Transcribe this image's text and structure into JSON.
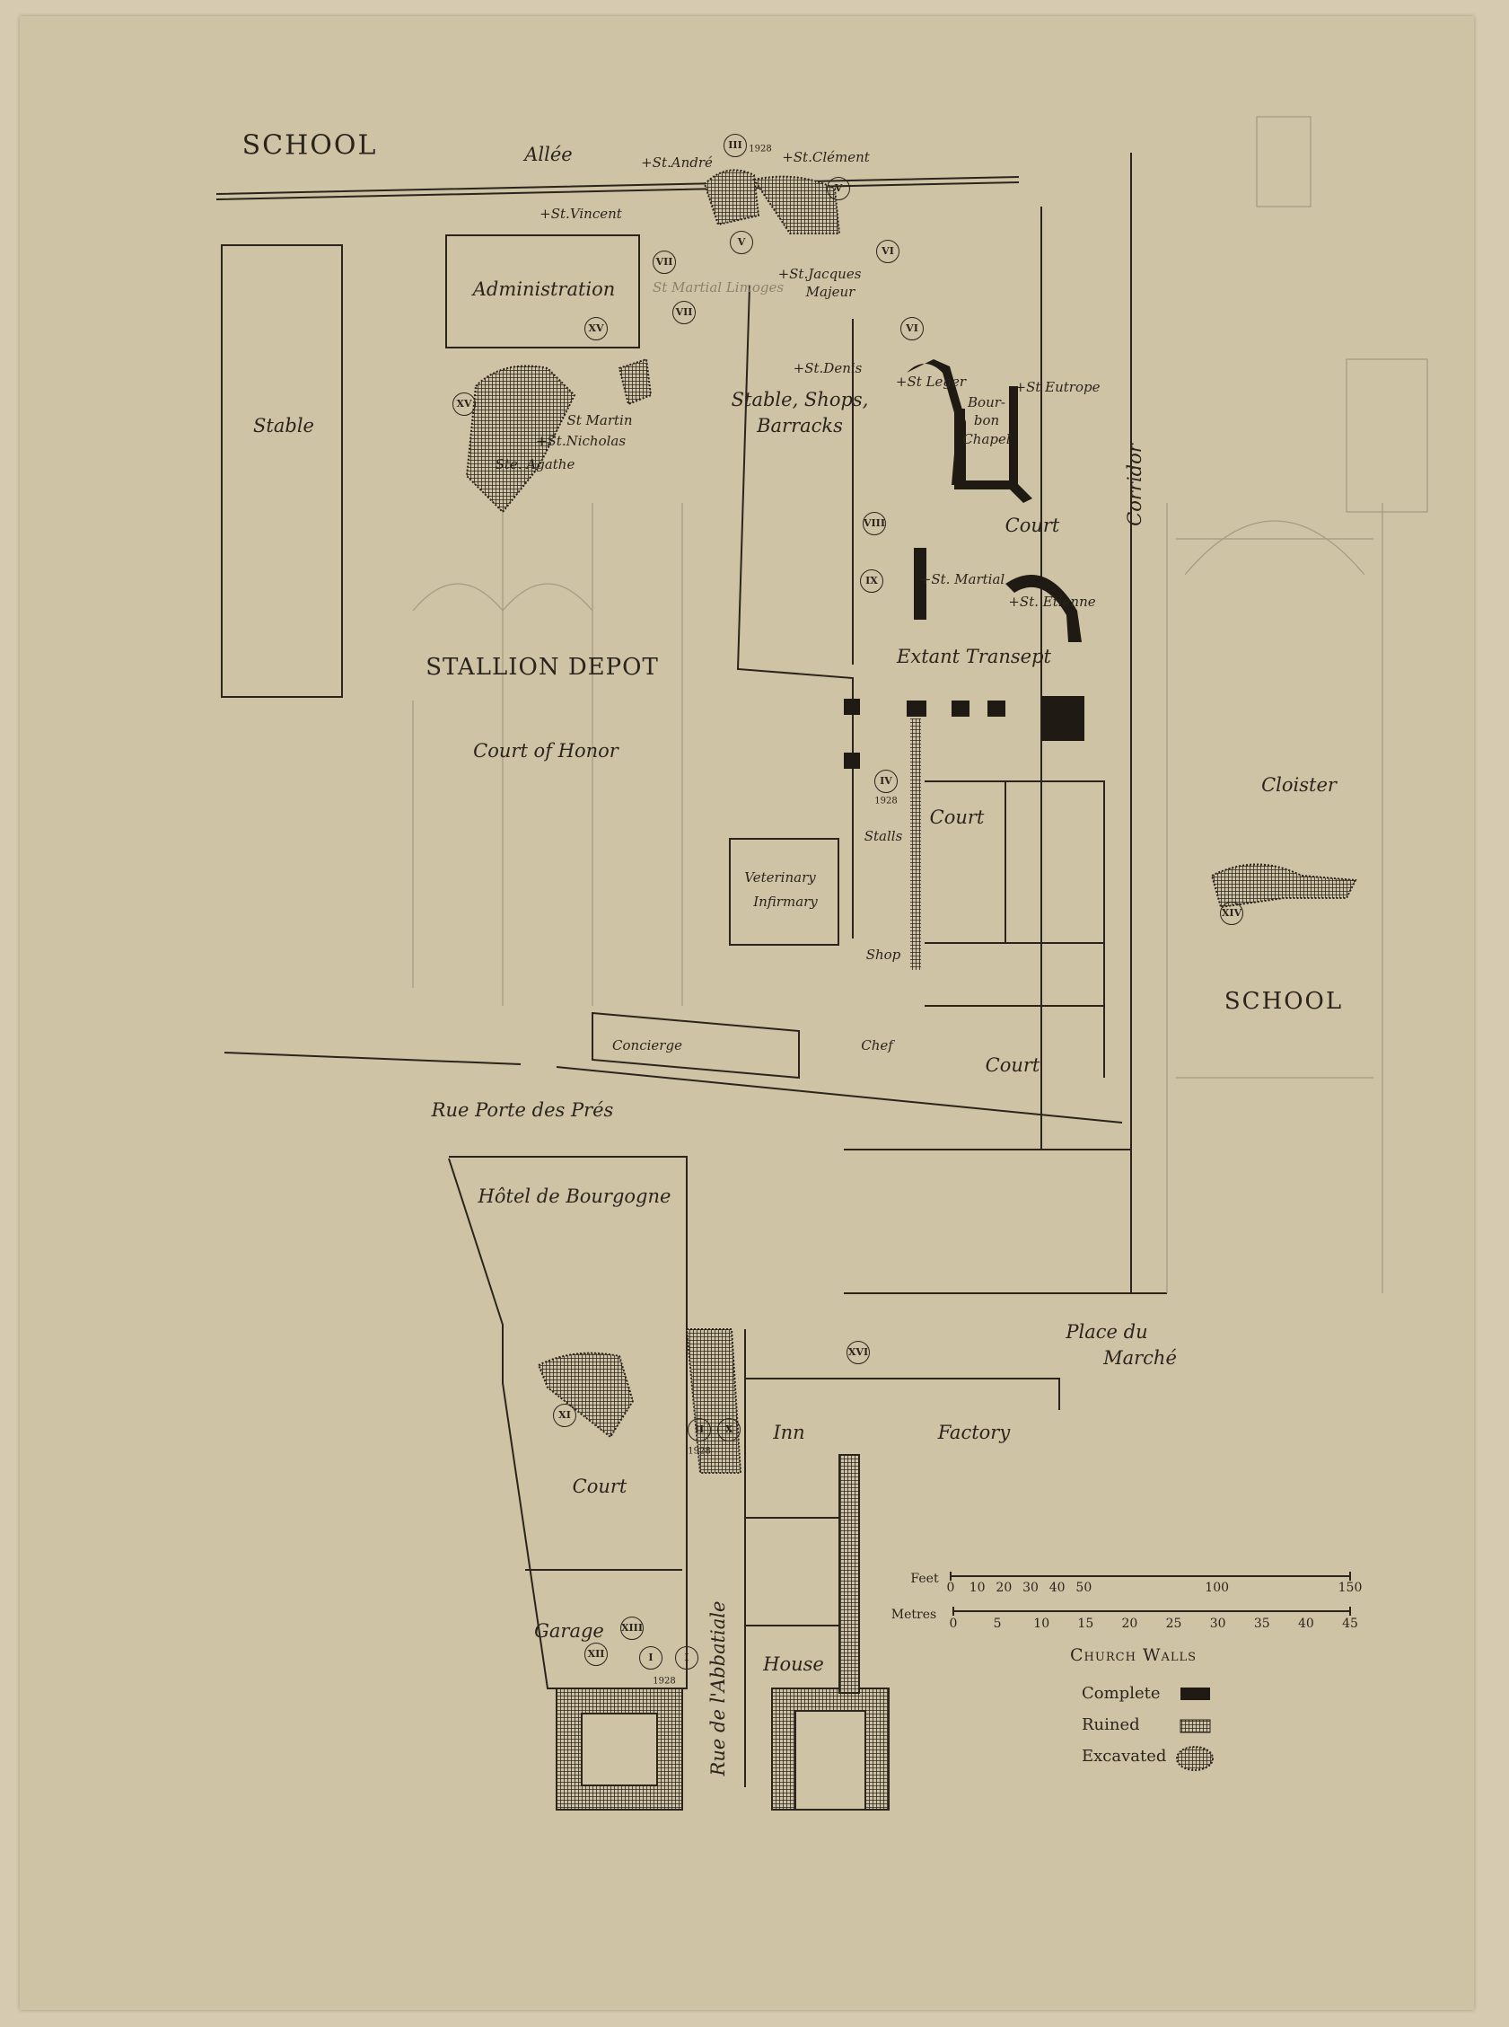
{
  "labels": {
    "school_top": "SCHOOL",
    "allee": "Allée",
    "st_andre": "+St.André",
    "st_clement": "+St.Clément",
    "st_vincent": "+St.Vincent",
    "administration": "Administration",
    "st_martial_limoges": "St Martial Limoges",
    "st_jacques": "+St.Jacques",
    "majeur": "Majeur",
    "stable": "Stable",
    "st_denis": "+St.Denis",
    "stable_shops": "Stable, Shops,",
    "barracks": "Barracks",
    "st_leger": "+St Leger",
    "bourbon_chapel_1": "Bour-",
    "bourbon_chapel_2": "bon",
    "bourbon_chapel_3": "Chapel",
    "st_eutrope": "+St Eutrope",
    "st_martin": "St Martin",
    "st_nicholas": "+St.Nicholas",
    "ste_agathe": "Ste. Agathe",
    "court_1": "Court",
    "corridor": "Corridor",
    "st_martial": "+St. Martial",
    "st_etienne": "+St. Etienne",
    "stallion_depot": "STALLION DEPOT",
    "extant_transept": "Extant Transept",
    "court_of_honor": "Court of Honor",
    "cloister": "Cloister",
    "court_2": "Court",
    "stalls": "Stalls",
    "veterinary": "Veterinary",
    "infirmary": "Infirmary",
    "shop": "Shop",
    "school_right": "SCHOOL",
    "concierge": "Concierge",
    "chef": "Chef",
    "court_3": "Court",
    "rue_porte": "Rue Porte des Prés",
    "hotel_bourgogne": "Hôtel de Bourgogne",
    "place_du": "Place du",
    "marche": "Marché",
    "inn": "Inn",
    "factory": "Factory",
    "court_4": "Court",
    "rue_abbatiale": "Rue de l'Abbatiale",
    "garage": "Garage",
    "house": "House"
  },
  "numerals": {
    "n3": "III",
    "n5a": "V",
    "n5b": "V",
    "n6a": "VI",
    "n6b": "VI",
    "n7a": "VII",
    "n7b": "VII",
    "n15a": "XV",
    "n15b": "XV",
    "n8": "VIII",
    "n9": "IX",
    "n4": "IV",
    "n14": "XIV",
    "n16": "XVI",
    "n11": "XI",
    "n2": "II",
    "n10": "X",
    "n13": "XIII",
    "n12": "XII",
    "n1a": "I",
    "n1b": "I"
  },
  "years": {
    "y3": "1928",
    "y4": "1928",
    "y2": "1928",
    "y1": "1928"
  },
  "scale": {
    "feet_label": "Feet",
    "feet_ticks": [
      "0",
      "10",
      "20",
      "30",
      "40",
      "50",
      "100",
      "150"
    ],
    "metres_label": "Metres",
    "metres_ticks": [
      "0",
      "5",
      "10",
      "15",
      "20",
      "25",
      "30",
      "35",
      "40",
      "45"
    ]
  },
  "legend": {
    "title": "Church Walls",
    "items": [
      {
        "label": "Complete",
        "pattern": "solid"
      },
      {
        "label": "Ruined",
        "pattern": "hatched"
      },
      {
        "label": "Excavated",
        "pattern": "excavated"
      }
    ]
  },
  "colors": {
    "paper": "#cfc3a6",
    "ink": "#2a241c",
    "pencil": "#9c917a"
  }
}
